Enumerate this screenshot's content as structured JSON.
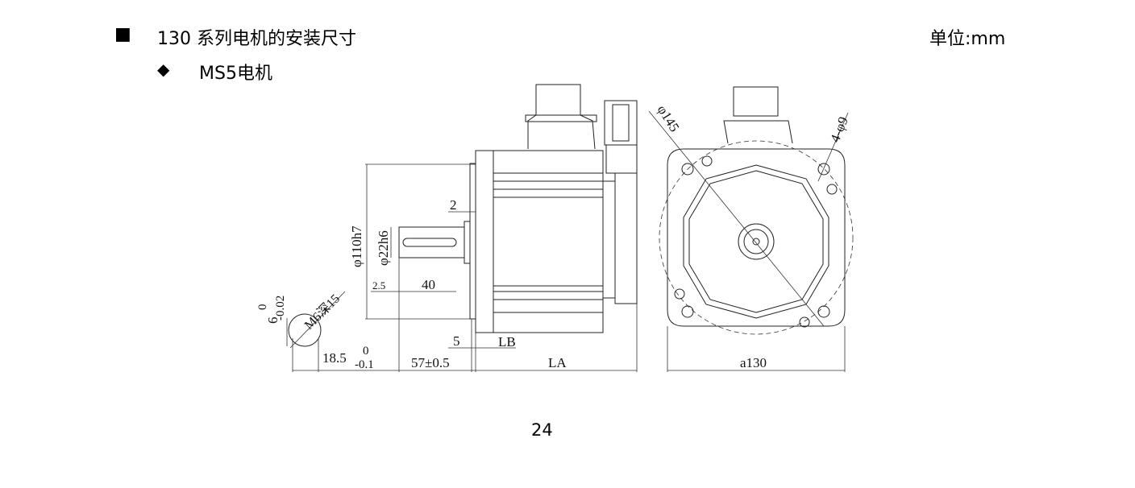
{
  "heading": {
    "bullet": "■",
    "title": "130 系列电机的安装尺寸",
    "unit": "单位:mm"
  },
  "subheading": {
    "bullet": "◆",
    "title": "MS5电机"
  },
  "drawing": {
    "dims": {
      "flange_dia": "φ110h7",
      "shaft_dia": "φ22h6",
      "shoulder": "2",
      "key_offset": "2.5",
      "key_length": "40",
      "key_width": "6",
      "key_width_tol_upper": "0",
      "key_width_tol_lower": "-0.02",
      "tapped_hole": "M6深15",
      "key_height": "18.5",
      "key_height_tol_upper": "0",
      "key_height_tol_lower": "-0.1",
      "shaft_length": "57±0.5",
      "flange_thickness": "5",
      "lb": "LB",
      "la": "LA",
      "pcd": "φ145",
      "holes": "4-φ9",
      "square": "a130"
    }
  },
  "page_number": "24"
}
